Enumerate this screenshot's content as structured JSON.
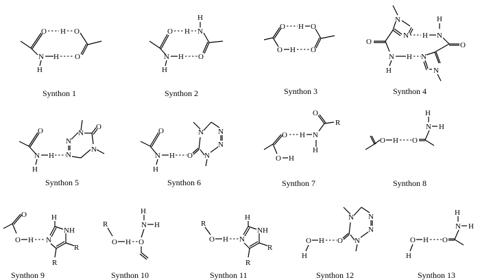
{
  "atoms": {
    "O": "O",
    "H": "H",
    "N": "N",
    "R": "R",
    "NH": "NH",
    "N+": "N",
    "N-": "N"
  },
  "labels": [
    "Synthon 1",
    "Synthon 2",
    "Synthon 3",
    "Synthon 4",
    "Synthon 5",
    "Synthon 6",
    "Synthon 7",
    "Synthon 8",
    "Synthon 9",
    "Synthon 10",
    "Synthon 11",
    "Synthon 12",
    "Synthon 13"
  ]
}
